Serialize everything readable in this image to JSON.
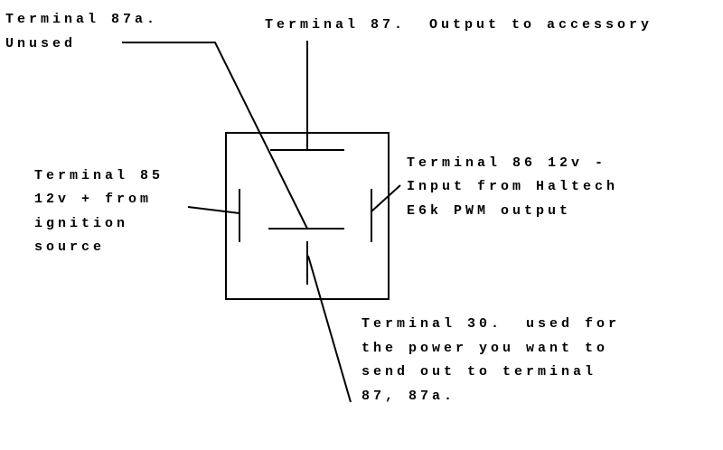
{
  "diagram": {
    "type": "relay-wiring",
    "labels": {
      "t87a": [
        "Terminal 87a.",
        "Unused"
      ],
      "t87": [
        "Terminal 87.  Output to accessory"
      ],
      "t85": [
        "Terminal 85",
        "12v + from",
        "ignition",
        "source"
      ],
      "t86": [
        "Terminal 86 12v -",
        "Input from Haltech",
        "E6k PWM output"
      ],
      "t30": [
        "Terminal 30.  used for",
        "the power you want to",
        "send out to terminal",
        "87, 87a."
      ]
    }
  }
}
